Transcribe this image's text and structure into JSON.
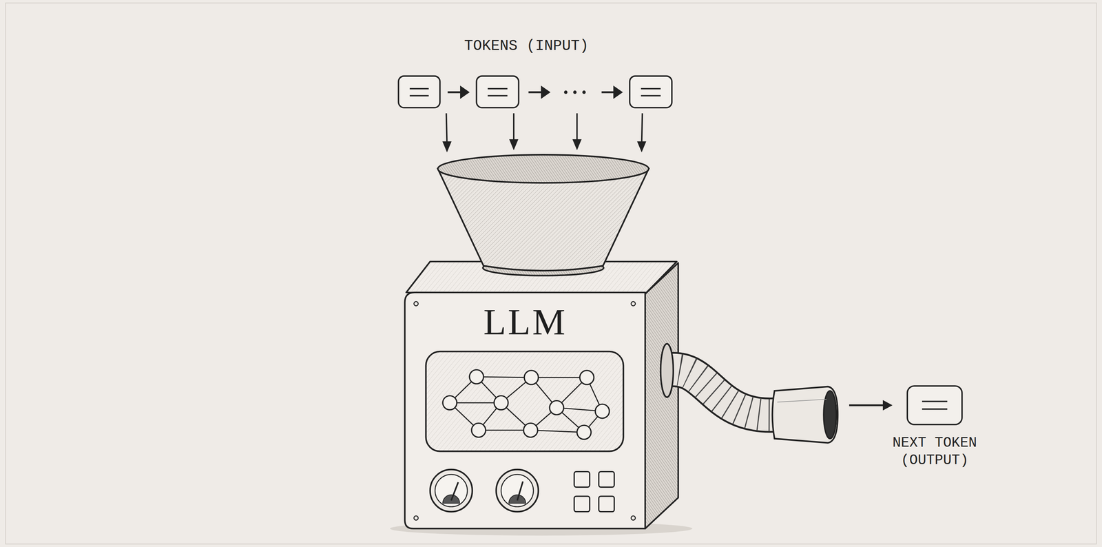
{
  "diagram": {
    "nodes": [
      {
        "text": [
          "LLM"
        ]
      },
      {
        "text": [
          "NEXT TOKEN (OUTPUT)"
        ]
      }
    ],
    "edges": [
      {
        "from": 0,
        "to": 1,
        "arrow": "to"
      }
    ],
    "labels": [
      "TOKENS (INPUT)"
    ]
  }
}
